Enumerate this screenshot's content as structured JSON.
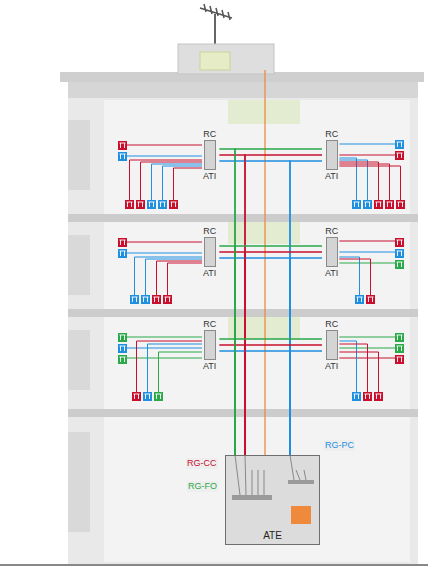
{
  "diagram": {
    "nodes": [
      {
        "text": [
          "RC",
          "ATI"
        ]
      },
      {
        "text": [
          "RC",
          "ATI"
        ]
      },
      {
        "text": [
          "RC",
          "ATI"
        ]
      },
      {
        "text": [
          "RC",
          "ATI"
        ]
      },
      {
        "text": [
          "RC",
          "ATI"
        ]
      },
      {
        "text": [
          "RC",
          "ATI"
        ]
      },
      {
        "text": [
          "ATE"
        ]
      }
    ],
    "edges": [
      {
        "from": 6,
        "to": 0,
        "arrow": "none"
      },
      {
        "from": 6,
        "to": 1,
        "arrow": "none"
      },
      {
        "from": 6,
        "to": 2,
        "arrow": "none"
      },
      {
        "from": 6,
        "to": 3,
        "arrow": "none"
      },
      {
        "from": 6,
        "to": 4,
        "arrow": "none"
      },
      {
        "from": 6,
        "to": 5,
        "arrow": "none"
      }
    ],
    "labels": [
      "RG-CC",
      "RG-FO",
      "RG-PC"
    ]
  }
}
